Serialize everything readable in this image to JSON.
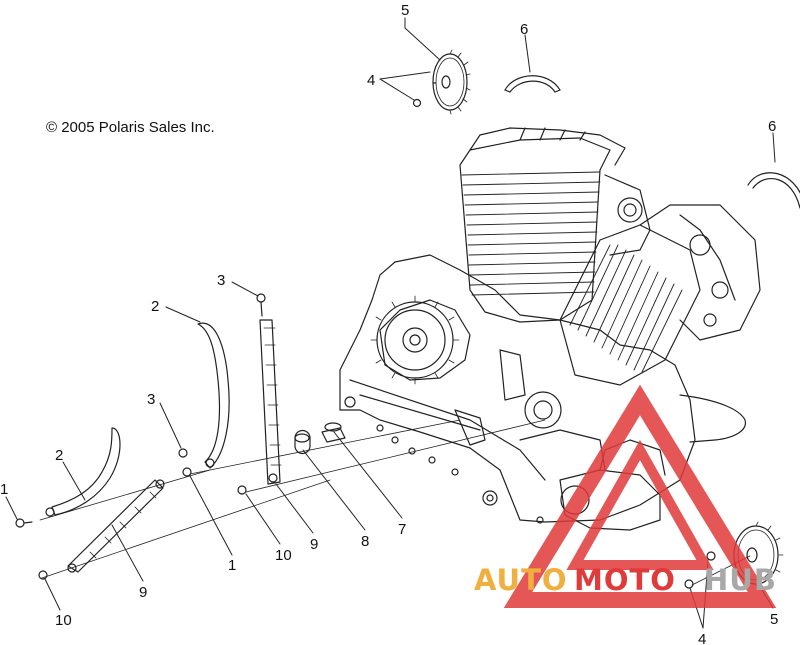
{
  "copyright": "© 2005 Polaris Sales Inc.",
  "callouts": [
    {
      "id": "c5-top",
      "text": "5"
    },
    {
      "id": "c6-top",
      "text": "6"
    },
    {
      "id": "c4-top",
      "text": "4"
    },
    {
      "id": "c6-right",
      "text": "6"
    },
    {
      "id": "c3-upper",
      "text": "3"
    },
    {
      "id": "c2-upper",
      "text": "2"
    },
    {
      "id": "c3-lower",
      "text": "3"
    },
    {
      "id": "c2-lower",
      "text": "2"
    },
    {
      "id": "c1-left",
      "text": "1"
    },
    {
      "id": "c10-left",
      "text": "10"
    },
    {
      "id": "c9-lower",
      "text": "9"
    },
    {
      "id": "c1-mid",
      "text": "1"
    },
    {
      "id": "c10-mid",
      "text": "10"
    },
    {
      "id": "c9-mid",
      "text": "9"
    },
    {
      "id": "c8",
      "text": "8"
    },
    {
      "id": "c7",
      "text": "7"
    },
    {
      "id": "c4-bottom",
      "text": "4"
    },
    {
      "id": "c5-bottom",
      "text": "5"
    }
  ],
  "watermark": {
    "part1": "AUTO",
    "part2": "MOTO",
    "part3": "HUB",
    "color_orange": "#f0b040",
    "color_red": "#e03a3a",
    "color_gray": "#a8a8a8"
  },
  "colors": {
    "line": "#222222",
    "paper": "#ffffff"
  }
}
